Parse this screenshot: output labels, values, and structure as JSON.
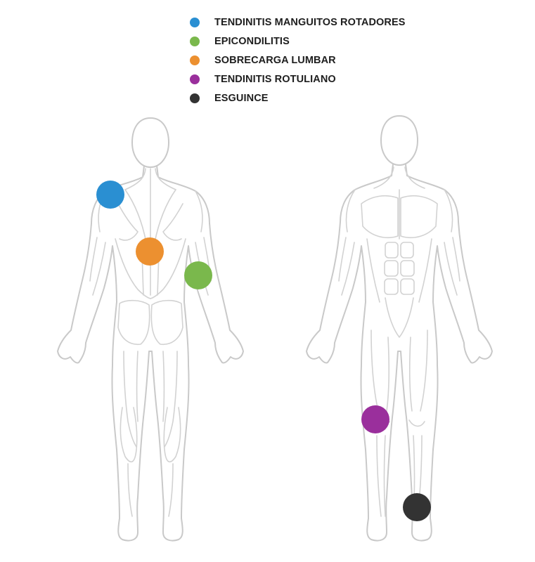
{
  "legend": {
    "items": [
      {
        "label": "TENDINITIS MANGUITOS ROTADORES",
        "color": "#2a8fd2"
      },
      {
        "label": "EPICONDILITIS",
        "color": "#7ab84c"
      },
      {
        "label": "SOBRECARGA LUMBAR",
        "color": "#ec9030"
      },
      {
        "label": "TENDINITIS ROTULIANO",
        "color": "#9a2f9c"
      },
      {
        "label": "ESGUINCE",
        "color": "#333333"
      }
    ]
  },
  "figures": {
    "back_view": {
      "icon": "human-body-back-icon",
      "markers": [
        "TENDINITIS MANGUITOS ROTADORES",
        "SOBRECARGA LUMBAR",
        "EPICONDILITIS"
      ]
    },
    "front_view": {
      "icon": "human-body-front-icon",
      "markers": [
        "TENDINITIS ROTULIANO",
        "ESGUINCE"
      ]
    }
  }
}
